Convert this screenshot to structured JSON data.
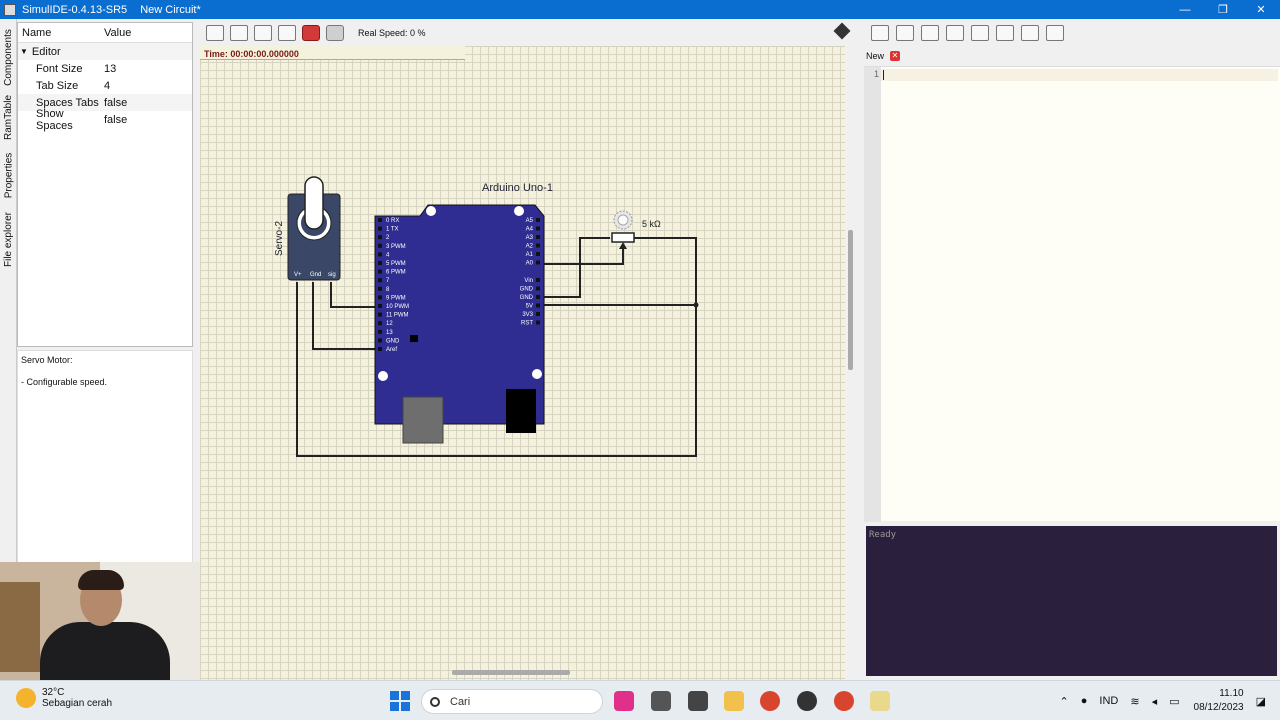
{
  "window": {
    "app_title": "SimulIDE-0.4.13-SR5",
    "doc_title": "New Circuit*",
    "minimize": "—",
    "maximize": "❐",
    "close": "✕"
  },
  "side_tabs": [
    "Components",
    "RamTable",
    "Properties",
    "File explorer"
  ],
  "properties": {
    "col_name": "Name",
    "col_value": "Value",
    "group": "Editor",
    "rows": [
      {
        "name": "Font Size",
        "value": "13"
      },
      {
        "name": "Tab Size",
        "value": "4"
      },
      {
        "name": "Spaces Tabs",
        "value": "false"
      },
      {
        "name": "Show Spaces",
        "value": "false"
      }
    ]
  },
  "description": {
    "title": "Servo Motor:",
    "text": "- Configurable speed."
  },
  "circuit_toolbar": {
    "real_speed": "Real Speed: 0 %"
  },
  "circuit": {
    "time": "Time: 00:00:00.000000",
    "arduino_label": "Arduino Uno-1",
    "servo_label": "Servo-2",
    "servo_pins": [
      "V+",
      "Gnd",
      "sig"
    ],
    "pot_label": "5 kΩ",
    "left_pins": [
      "0  RX",
      "1  TX",
      "2",
      "3  PWM",
      "4",
      "5  PWM",
      "6  PWM",
      "7",
      "8",
      "9  PWM",
      "10 PWM",
      "11 PWM",
      "12",
      "13",
      "GND",
      "Aref"
    ],
    "right_pins_top": [
      "A5",
      "A4",
      "A3",
      "A2",
      "A1",
      "A0"
    ],
    "right_pins_bottom": [
      "Vin",
      "GND",
      "GND",
      "5V",
      "3V3",
      "RST"
    ]
  },
  "editor": {
    "tab": "New",
    "tab_close": "✕",
    "line_no": "1",
    "console": "Ready"
  },
  "taskbar": {
    "temp": "32°C",
    "weather": "Sebagian cerah",
    "search": "Cari",
    "lang": "IND",
    "time": "11.10",
    "date": "08/12/2023"
  }
}
